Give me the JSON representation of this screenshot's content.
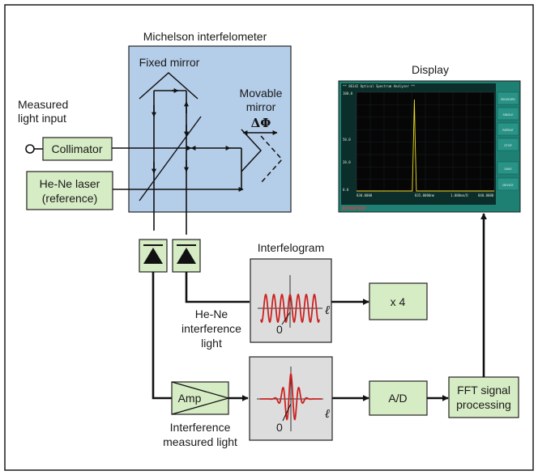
{
  "colors": {
    "frame": "#1a1a1a",
    "interferometer_fill": "#b4cde8",
    "block_fill": "#d6ecc4",
    "signal_panel_fill": "#dddddd",
    "waveform": "#cc2222",
    "display_bezel": "#1e7f73",
    "display_screen": "#060606",
    "display_trace": "#f0e020"
  },
  "interferometer": {
    "title": "Michelson interfelometer",
    "fixed_mirror": "Fixed mirror",
    "movable_mirror_line1": "Movable",
    "movable_mirror_line2": "mirror",
    "delta_phi": "ΔΦ"
  },
  "inputs": {
    "measured_light_line1": "Measured",
    "measured_light_line2": "light input",
    "collimator": "Collimator",
    "laser_line1": "He-Ne laser",
    "laser_line2": "(reference)"
  },
  "interferogram": {
    "title": "Interfelogram",
    "zero_label": "0",
    "axis_symbol": "ℓ"
  },
  "labels": {
    "hene_line1": "He-Ne",
    "hene_line2": "interference",
    "hene_line3": "light",
    "meas_line1": "Interference",
    "meas_line2": "measured light"
  },
  "blocks": {
    "amp": "Amp",
    "x4": "x 4",
    "ad": "A/D",
    "fft_line1": "FFT signal",
    "fft_line2": "processing"
  },
  "display": {
    "title": "Display",
    "header_text": "** 86142 Optical Spectrum Analyzer **",
    "brand": "ADVANTEST",
    "y_labels": [
      "100.0",
      "50.0",
      "20.0",
      "0.0"
    ],
    "x_labels": [
      "830.0000",
      "835.0000nm",
      "1.000nm/D",
      "840.0000"
    ],
    "side_buttons": [
      "MEASURE",
      "SINGLE",
      "REPEAT",
      "STOP",
      "SAVE",
      "DEVICE"
    ],
    "trace_peak_x_nm": 834.2
  }
}
